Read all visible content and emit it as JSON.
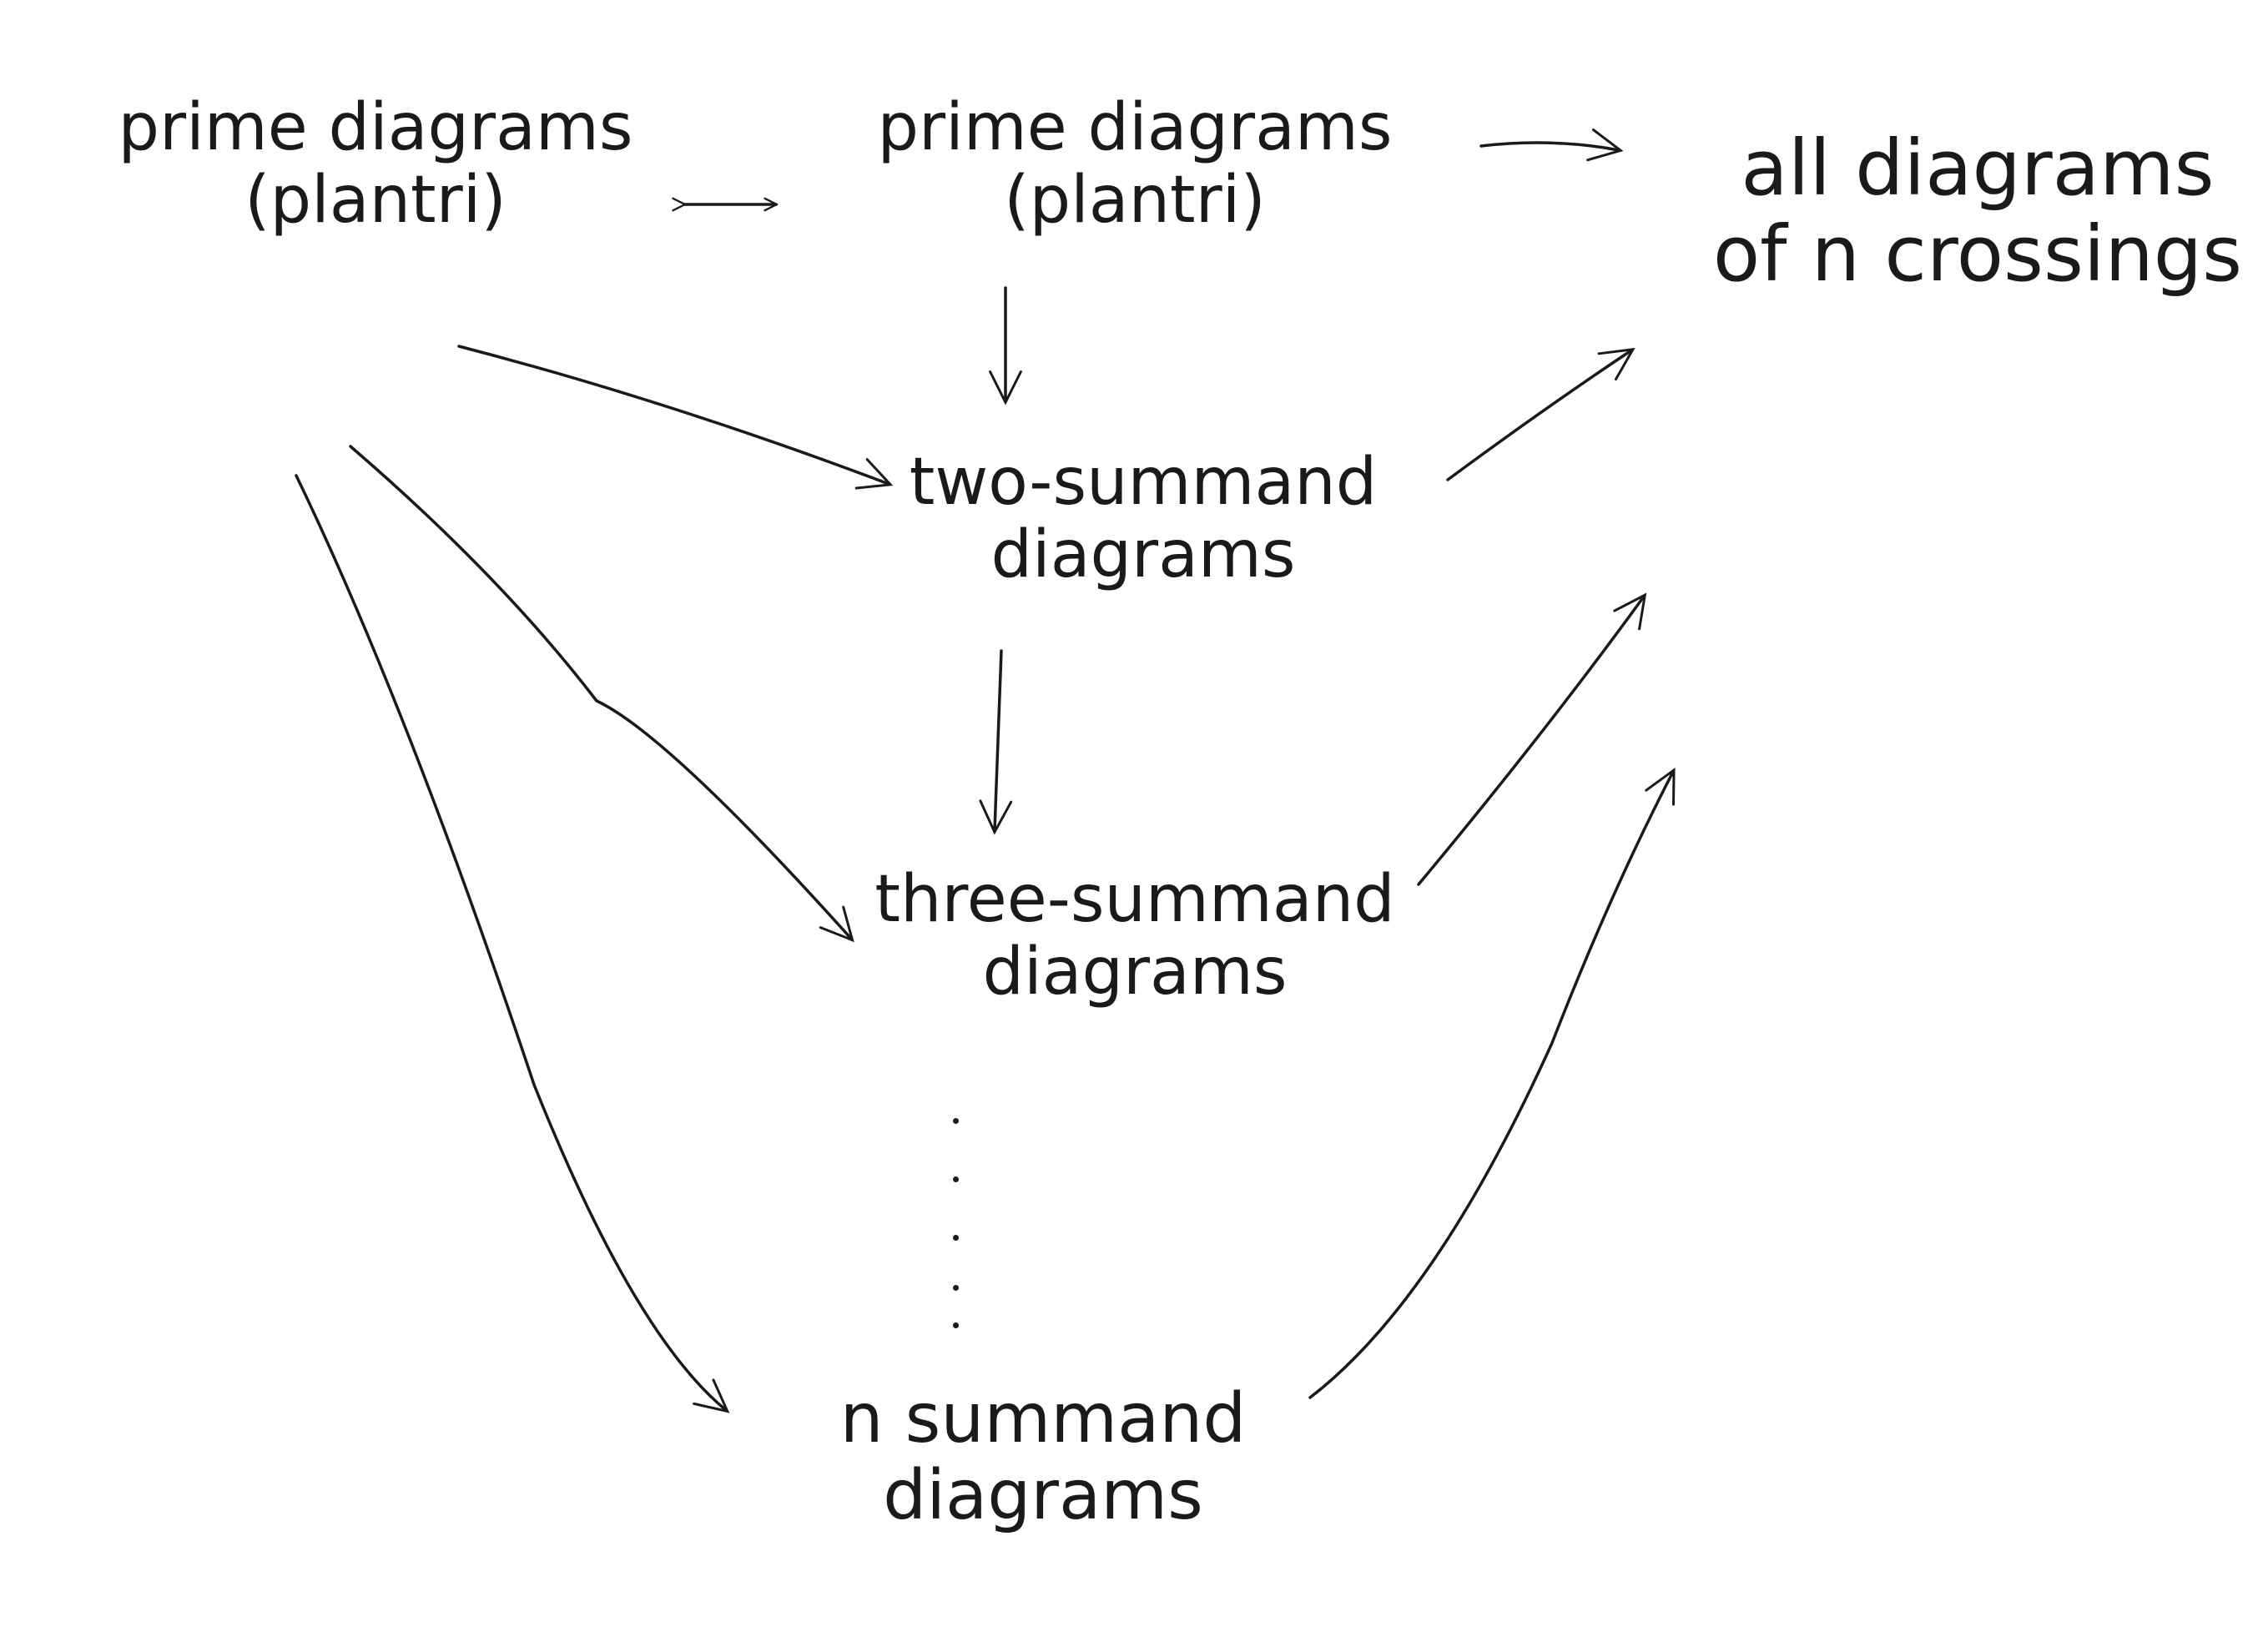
{
  "nodes": {
    "prime_left": {
      "line1": "prime diagrams",
      "line2": "(plantri)"
    },
    "prime_right": {
      "line1": "prime diagrams",
      "line2": "(plantri)"
    },
    "two_summand": {
      "line1": "two-summand",
      "line2": "diagrams"
    },
    "three_summand": {
      "line1": "three-summand",
      "line2": "diagrams"
    },
    "n_summand": {
      "line1": "n summand",
      "line2": "diagrams"
    },
    "all_diagrams": {
      "line1": "all diagrams",
      "line2": "of n crossings"
    }
  },
  "colors": {
    "ink": "#1a1a1a",
    "paper": "#ffffff"
  }
}
